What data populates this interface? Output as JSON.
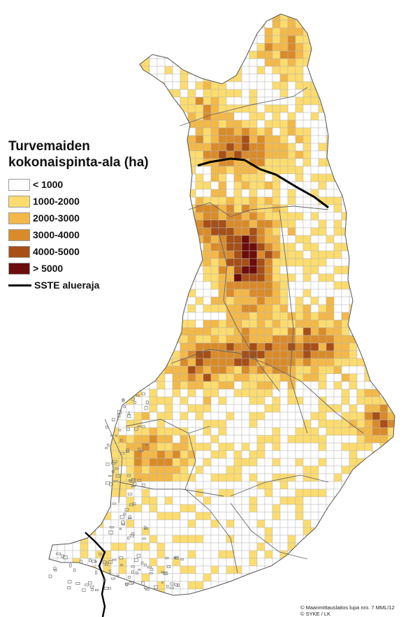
{
  "legend": {
    "title_line1": "Turvemaiden",
    "title_line2": "kokonaispinta-ala (ha)",
    "classes": [
      {
        "label": "< 1000",
        "color": "#ffffff"
      },
      {
        "label": "1000-2000",
        "color": "#fcdc6e"
      },
      {
        "label": "2000-3000",
        "color": "#f3b848"
      },
      {
        "label": "3000-4000",
        "color": "#d98b2a"
      },
      {
        "label": "4000-5000",
        "color": "#a64f17"
      },
      {
        "label": "> 5000",
        "color": "#6b0d0b"
      }
    ],
    "boundary_label": "SSTE alueraja",
    "boundary_color": "#000000"
  },
  "credits": {
    "line1": "© Maanmittauslaitos lupa nro. 7 MML/12",
    "line2": "© SYKE / LK"
  }
}
